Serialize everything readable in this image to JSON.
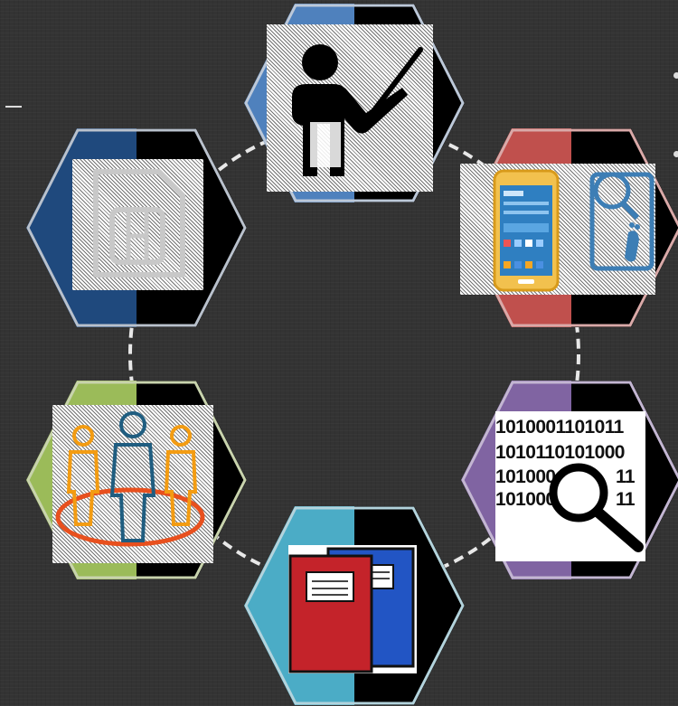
{
  "diagram": {
    "nodes": [
      {
        "id": "presenter",
        "icon": "presenter-icon",
        "color": "#4f81bd",
        "border": "#bcc8d8"
      },
      {
        "id": "sim-card",
        "icon": "sim-card-icon",
        "color": "#1f497d",
        "border": "#b9c1cc"
      },
      {
        "id": "mobile-forensics",
        "icon": "smartphone-footprint-icon",
        "color": "#c0504d",
        "border": "#d9a9a8"
      },
      {
        "id": "people",
        "icon": "people-group-icon",
        "color": "#9bbb59",
        "border": "#c8d3ad"
      },
      {
        "id": "binary-search",
        "icon": "binary-search-icon",
        "color": "#8064a2",
        "border": "#c3b6d2"
      },
      {
        "id": "notebooks",
        "icon": "notebooks-icon",
        "color": "#4bacc6",
        "border": "#b3d3dc"
      }
    ],
    "connector_color": "#e8e8e8"
  },
  "binary_text": {
    "line1": "1010001101011",
    "line2": "1010110101000",
    "line3": "101000",
    "line3_end": "11",
    "line4": "101000",
    "line4_end": "11"
  }
}
